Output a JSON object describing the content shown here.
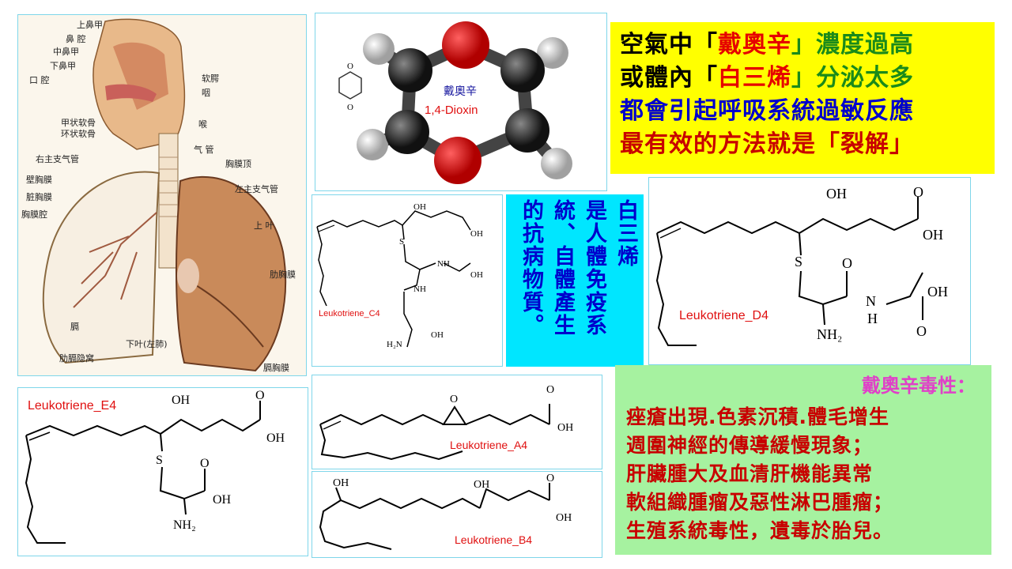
{
  "anatomy": {
    "labels": {
      "upper_turbinate": "上鼻甲",
      "nasal_cavity": "鼻 腔",
      "middle_turbinate": "中鼻甲",
      "lower_turbinate": "下鼻甲",
      "oral_cavity": "口 腔",
      "soft_palate": "软腭",
      "pharynx": "咽",
      "thyroid_cartilage": "甲状软骨",
      "cricoid_cartilage": "环状软骨",
      "larynx": "喉",
      "trachea": "气 管",
      "right_bronchus": "右主支气管",
      "pleura_apex": "胸膜顶",
      "parietal_pleura": "壁胸膜",
      "left_bronchus": "左主支气管",
      "visceral_pleura": "脏胸膜",
      "pleural_cavity": "胸膜腔",
      "upper_lobe": "上 叶",
      "costal_pleura": "肋胸膜",
      "diaphragm": "膈",
      "lower_lobe": "下叶(左肺)",
      "costodiaphragmatic_recess": "肋膈隐窝",
      "diaphragmatic_pleura": "膈胸膜"
    }
  },
  "dioxin": {
    "name_zh": "戴奧辛",
    "name_en": "1,4-Dioxin"
  },
  "yellow_box": {
    "line1": {
      "a": "空氣中「",
      "b": "戴奧辛",
      "c": "」濃度過高"
    },
    "line2": {
      "a": "或體內「",
      "b": "白三烯",
      "c": "」分泌太多"
    },
    "line3": "都會引起呼吸系統過敏反應",
    "line4": "最有效的方法就是「裂解」"
  },
  "cyan_box": {
    "col1": "白三烯",
    "col2": "是人體免疫系",
    "col3": "統、自體產生",
    "col4": "的抗病物質。"
  },
  "molecules": {
    "c4": "Leukotriene_C4",
    "d4": "Leukotriene_D4",
    "e4": "Leukotriene_E4",
    "a4": "Leukotriene_A4",
    "b4": "Leukotriene_B4"
  },
  "atoms": {
    "oh": "OH",
    "o": "O",
    "s": "S",
    "nh": "NH",
    "n": "N",
    "h": "H",
    "nh2": "NH₂",
    "h2n": "H₂N"
  },
  "toxicity": {
    "title": "戴奧辛毒性：",
    "items": [
      "痤瘡出現.色素沉積.體毛增生",
      "週圍神經的傳導緩慢現象；",
      "肝臟腫大及血清肝機能異常",
      "軟組織腫瘤及惡性淋巴腫瘤；",
      "生殖系統毒性，遺毒於胎兒。"
    ]
  },
  "colors": {
    "red": "#e60000",
    "green": "#1a8a1a",
    "blue": "#0000cc",
    "yellow": "#ffff00",
    "cyan": "#00e6ff",
    "mint": "#a6f2a0",
    "magenta": "#e040c8",
    "dark_red": "#c80000"
  }
}
